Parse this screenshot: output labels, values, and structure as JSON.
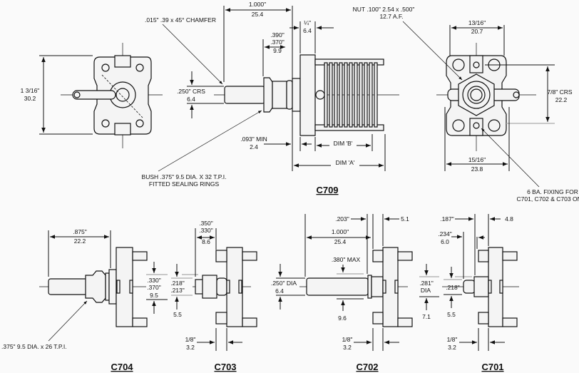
{
  "c709": {
    "label": "C709",
    "front": {
      "height_in": "1 3/16\"",
      "height_mm": "30.2"
    },
    "side": {
      "len_in": "1.000\"",
      "len_mm": "25.4",
      "chamfer": ".015\"  .39 x 45° CHAMFER",
      "qtr_in": "¼\"",
      "qtr_mm": "6.4",
      "bush_hi": ".390\"",
      "bush_lo": ".370\"",
      "bush_mm": "9.9",
      "crs_in": ".250\" CRS",
      "crs_mm": "6.4",
      "min_in": ".093\" MIN",
      "min_mm": "2.4",
      "dim_b": "DIM 'B'",
      "dim_a": "DIM 'A'",
      "bush_note_1": "BUSH .375\"  9.5 DIA. X 32 T.P.I.",
      "bush_note_2": "FITTED SEALING RINGS"
    },
    "rear": {
      "nut_1": "NUT .100\" 2.54 x .500\"",
      "nut_2": "12.7 A.F.",
      "w_in": "13/16\"",
      "w_mm": "20.7",
      "crs_in": "7/8\" CRS",
      "crs_mm": "22.2",
      "w2_in": "15/16\"",
      "w2_mm": "23.8",
      "fix_1": "6 BA. FIXING FOR",
      "fix_2": "C701, C702 & C703 ONLY"
    }
  },
  "c704": {
    "label": "C704",
    "len_in": ".875\"",
    "len_mm": "22.2",
    "thread": ".375\"  9.5 DIA. x 26 T.P.I."
  },
  "c703": {
    "label": "C703",
    "d1": ".330\"",
    "d2": ".370\"",
    "d_mm": "9.5",
    "s1": ".218\"",
    "s2": ".213\"",
    "s_mm": "5.5",
    "l1": ".350\"",
    "l2": ".330\"",
    "l_mm": "8.6",
    "t_in": "1/8\"",
    "t_mm": "3.2"
  },
  "c702": {
    "label": "C702",
    "dia_in": ".250\" DIA",
    "dia_mm": "6.4",
    "a_in": ".203\"",
    "a_mm": "5.1",
    "len_in": "1.000\"",
    "len_mm": "25.4",
    "max_in": ".380\" MAX",
    "max_mm": "9.6",
    "t_in": "1/8\"",
    "t_mm": "3.2"
  },
  "c701": {
    "label": "C701",
    "a_in": ".187\"",
    "a_mm": "4.8",
    "b_in": ".234\"",
    "b_mm": "6.0",
    "dia_in": ".281\"",
    "dia_word": "DIA",
    "dia_mm": "7.1",
    "s_in": ".218\"",
    "s_mm": "5.5",
    "t_in": "1/8\"",
    "t_mm": "3.2"
  }
}
